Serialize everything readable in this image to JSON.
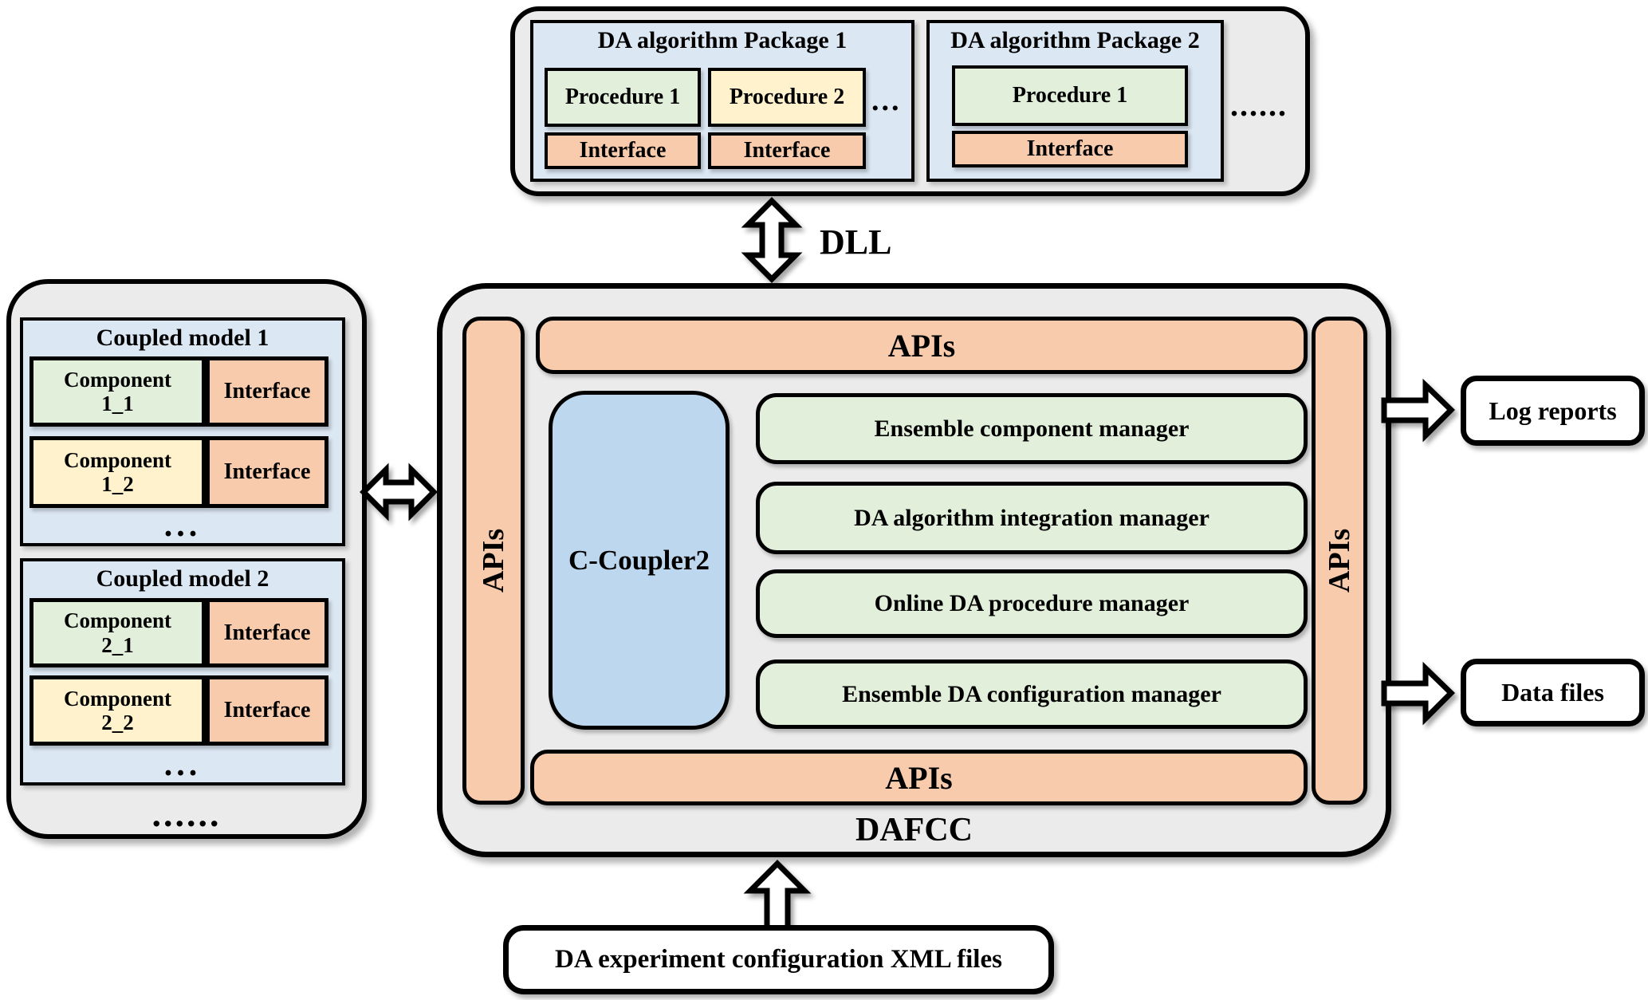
{
  "colors": {
    "panel_gray": "#ebebeb",
    "light_blue": "#dbe7f3",
    "light_green": "#e2efda",
    "light_yellow": "#fff2cc",
    "orange": "#f8cbad",
    "coupler_blue": "#bdd7ee",
    "outline": "#000000"
  },
  "top_panel": {
    "packages": [
      {
        "title": "DA algorithm Package 1",
        "procedures": [
          "Procedure 1",
          "Procedure 2"
        ],
        "interfaces": [
          "Interface",
          "Interface"
        ],
        "more": "..."
      },
      {
        "title": "DA algorithm Package 2",
        "procedures": [
          "Procedure 1"
        ],
        "interfaces": [
          "Interface"
        ]
      }
    ],
    "more": "......"
  },
  "dll_label": "DLL",
  "left_panel": {
    "models": [
      {
        "title": "Coupled model 1",
        "rows": [
          {
            "component": [
              "Component",
              "1_1"
            ],
            "interface": "Interface"
          },
          {
            "component": [
              "Component",
              "1_2"
            ],
            "interface": "Interface"
          }
        ],
        "more": "..."
      },
      {
        "title": "Coupled model 2",
        "rows": [
          {
            "component": [
              "Component",
              "2_1"
            ],
            "interface": "Interface"
          },
          {
            "component": [
              "Component",
              "2_2"
            ],
            "interface": "Interface"
          }
        ],
        "more": "..."
      }
    ],
    "more": "......"
  },
  "dafcc": {
    "label": "DAFCC",
    "apis_top": "APIs",
    "apis_bottom": "APIs",
    "apis_left": "APIs",
    "apis_right": "APIs",
    "coupler": "C-Coupler2",
    "managers": [
      "Ensemble component manager",
      "DA algorithm integration manager",
      "Online DA procedure manager",
      "Ensemble DA configuration manager"
    ]
  },
  "outputs": [
    {
      "label": "Log reports"
    },
    {
      "label": "Data files"
    }
  ],
  "input_box": {
    "label": "DA experiment configuration XML files"
  }
}
